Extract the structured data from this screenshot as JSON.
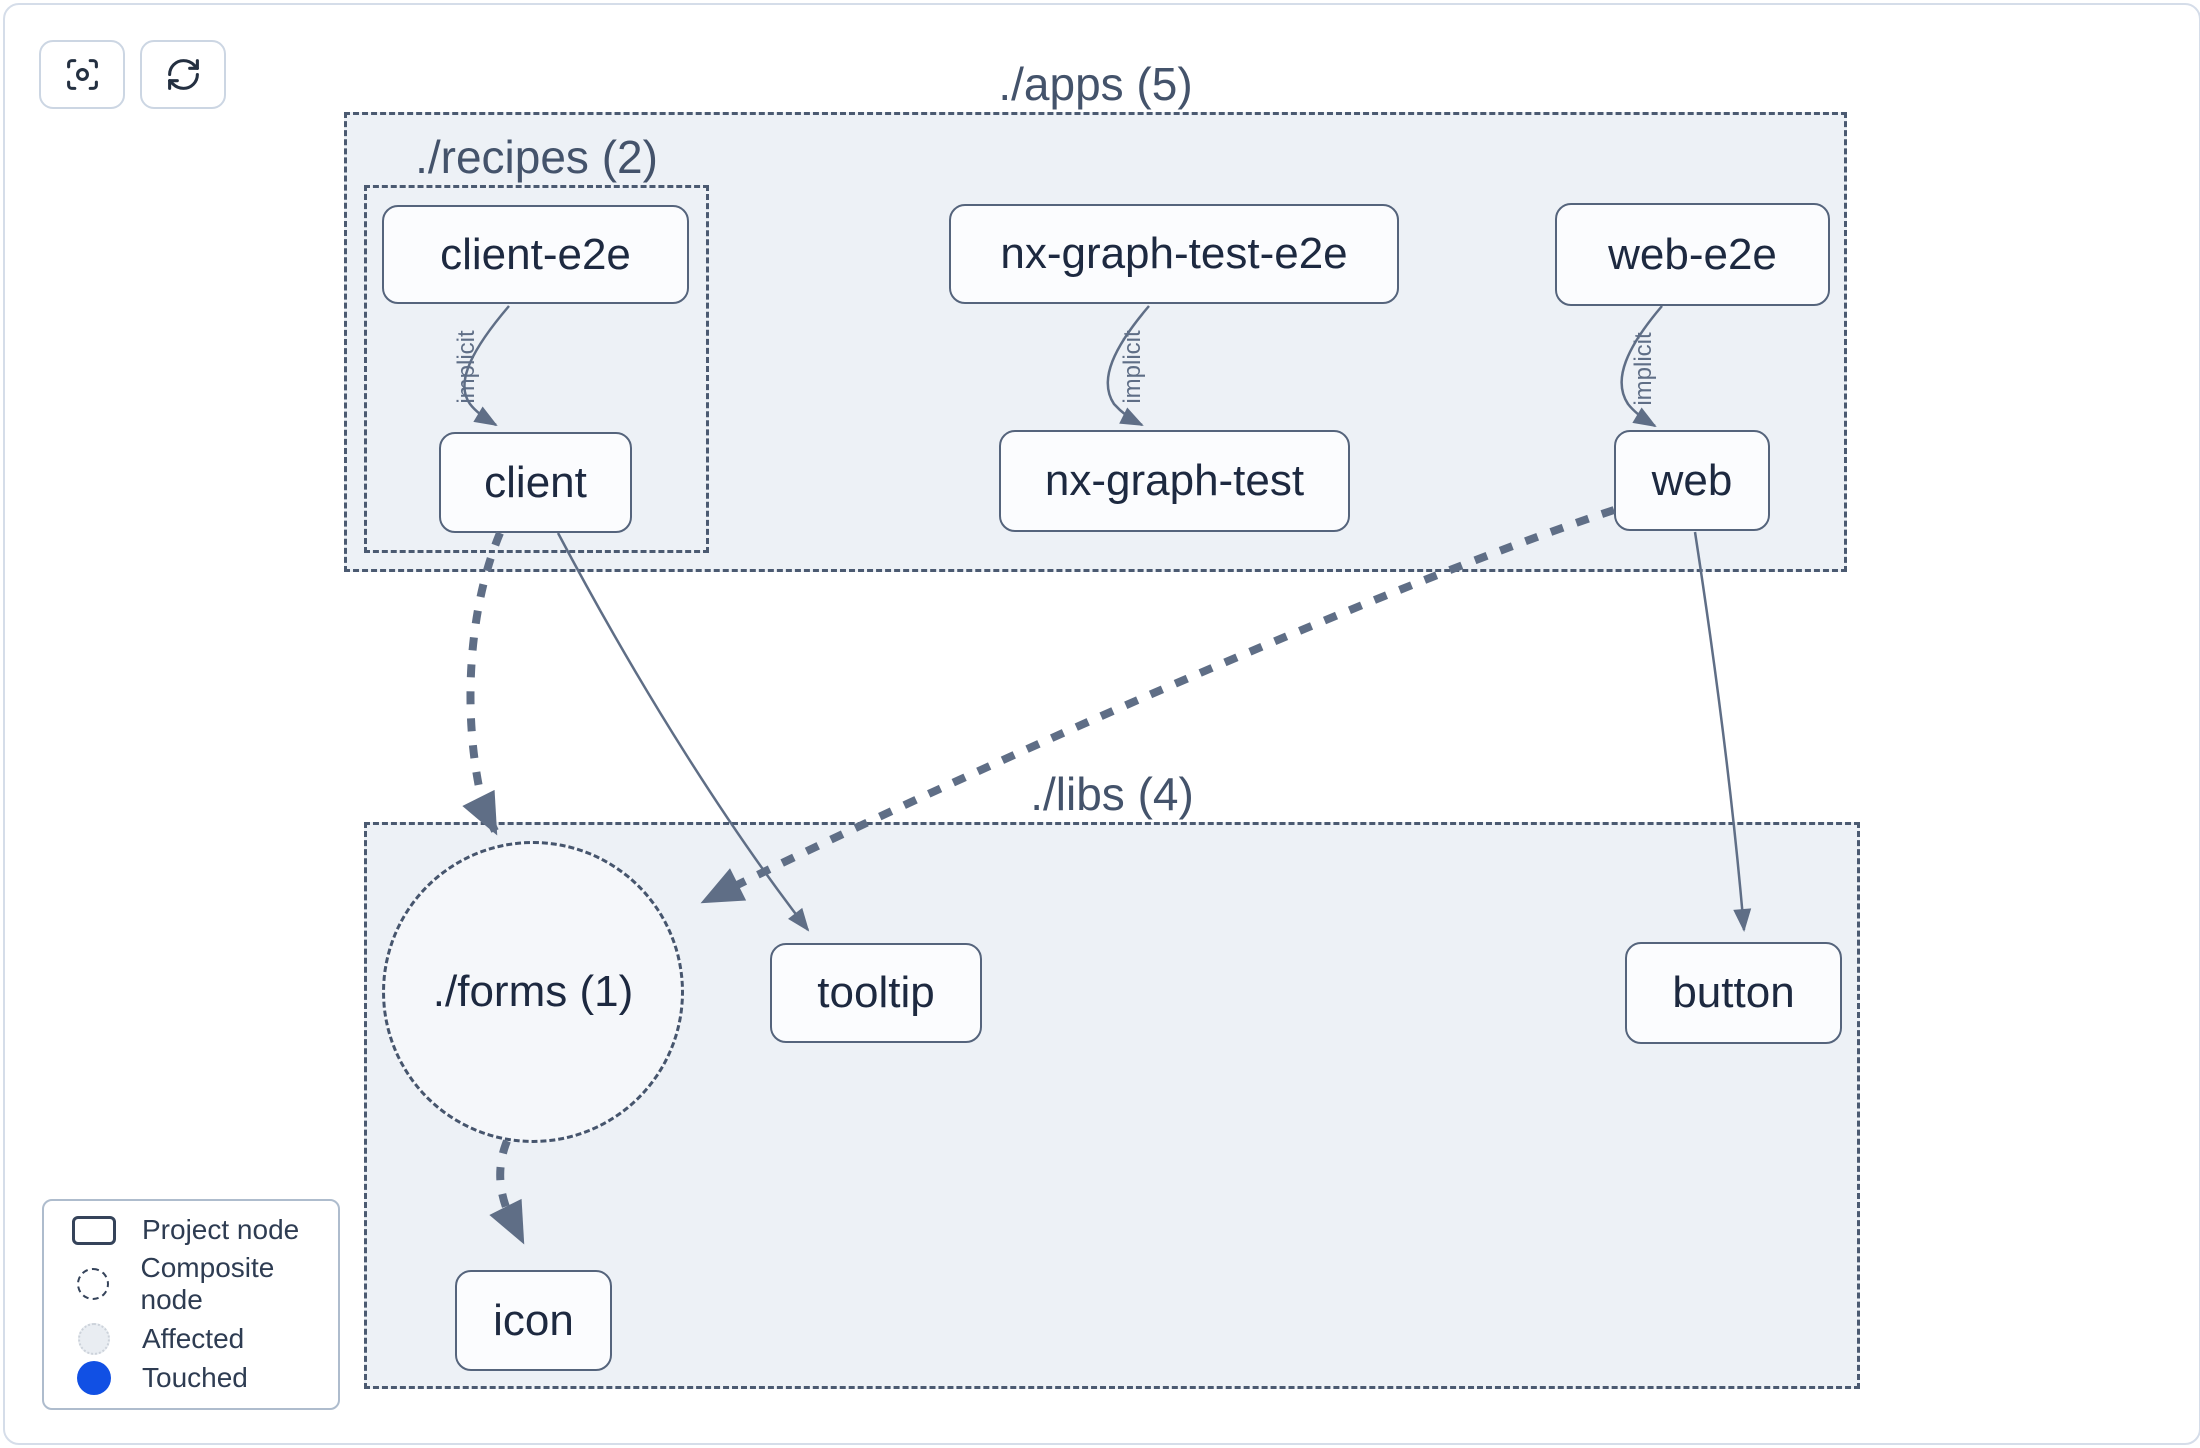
{
  "toolbar": {
    "buttons": [
      {
        "name": "focus",
        "icon": "focus-icon"
      },
      {
        "name": "refresh",
        "icon": "refresh-icon"
      }
    ]
  },
  "graph": {
    "groups": {
      "apps": {
        "label": "./apps (5)",
        "count": 5
      },
      "recipes": {
        "label": "./recipes (2)",
        "count": 2
      },
      "libs": {
        "label": "./libs (4)",
        "count": 4
      }
    },
    "composite": {
      "forms": {
        "label": "./forms (1)",
        "count": 1
      }
    },
    "nodes": {
      "client_e2e": {
        "label": "client-e2e"
      },
      "client": {
        "label": "client"
      },
      "nx_graph_test_e2e": {
        "label": "nx-graph-test-e2e"
      },
      "nx_graph_test": {
        "label": "nx-graph-test"
      },
      "web_e2e": {
        "label": "web-e2e"
      },
      "web": {
        "label": "web"
      },
      "tooltip": {
        "label": "tooltip"
      },
      "button": {
        "label": "button"
      },
      "icon": {
        "label": "icon"
      }
    },
    "edges": [
      {
        "from": "client-e2e",
        "to": "client",
        "label": "implicit",
        "style": "thin-solid"
      },
      {
        "from": "nx-graph-test-e2e",
        "to": "nx-graph-test",
        "label": "implicit",
        "style": "thin-solid"
      },
      {
        "from": "web-e2e",
        "to": "web",
        "label": "implicit",
        "style": "thin-solid"
      },
      {
        "from": "client",
        "to": "./forms (1)",
        "label": "",
        "style": "thick-dashed"
      },
      {
        "from": "client",
        "to": "tooltip",
        "label": "",
        "style": "thin-solid"
      },
      {
        "from": "web",
        "to": "./forms (1)",
        "label": "",
        "style": "thick-dashed"
      },
      {
        "from": "web",
        "to": "button",
        "label": "",
        "style": "thin-solid"
      },
      {
        "from": "./forms (1)",
        "to": "icon",
        "label": "",
        "style": "thick-dashed"
      }
    ]
  },
  "legend": {
    "items": [
      {
        "label": "Project node",
        "swatch": "project-rect"
      },
      {
        "label": "Composite node",
        "swatch": "dashed-circle"
      },
      {
        "label": "Affected",
        "swatch": "affected-circle",
        "color": "#e9edf2"
      },
      {
        "label": "Touched",
        "swatch": "touched-circle",
        "color": "#1150e4"
      }
    ]
  },
  "colors": {
    "container_fill": "#edf1f6",
    "node_fill": "#fbfcfe",
    "stroke": "#5f6e86",
    "node_text": "#1d2940",
    "touched_blue": "#1150e4"
  }
}
